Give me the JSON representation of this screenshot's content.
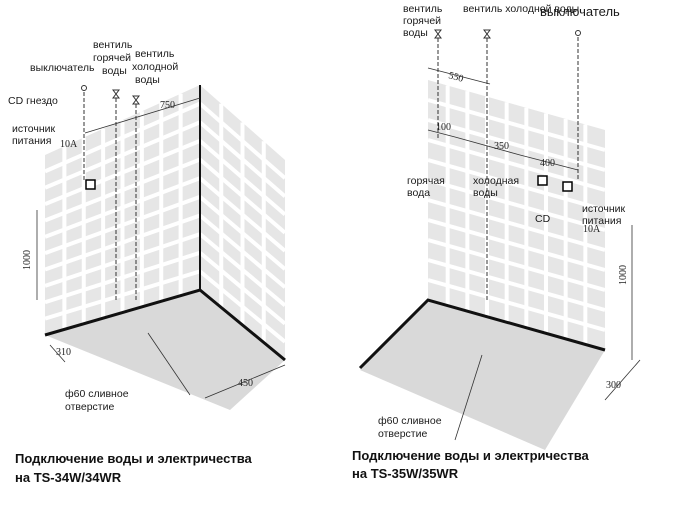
{
  "left": {
    "labels": {
      "switch": "выключатель",
      "hot_valve": [
        "вентиль",
        "горячей",
        "воды"
      ],
      "cold_valve": [
        "вентиль",
        "холодной",
        "воды"
      ],
      "cd_socket": "CD гнездо",
      "power": [
        "источник",
        "питания"
      ],
      "drain": [
        "ф60 сливное",
        "отверстие"
      ]
    },
    "dims": {
      "top": "750",
      "height": "1000",
      "depth": "310",
      "width": "450",
      "amp": "10A"
    },
    "caption": [
      "Подключение воды и электричества",
      "на TS-34W/34WR"
    ]
  },
  "right": {
    "labels": {
      "hot_valve": [
        "вентиль",
        "горячей",
        "воды"
      ],
      "cold_valve": "вентиль холодной воды",
      "switch": "выключатель",
      "hot_water": [
        "горячая",
        "вода"
      ],
      "cold_water": [
        "холодная",
        "воды"
      ],
      "cd": "CD",
      "power": [
        "источник",
        "питания"
      ],
      "drain": [
        "ф60 сливное",
        "отверстие"
      ]
    },
    "dims": {
      "d550": "550",
      "d100": "100",
      "d350": "350",
      "d400": "400",
      "height": "1000",
      "depth": "300",
      "amp": "10A"
    },
    "caption": [
      "Подключение воды и электричества",
      "на TS-35W/35WR"
    ]
  }
}
